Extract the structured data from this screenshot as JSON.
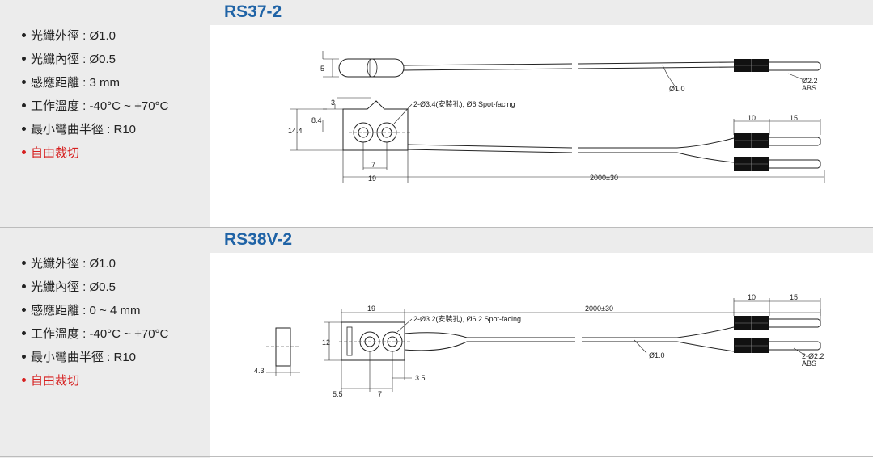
{
  "products": [
    {
      "title": "RS37-2",
      "specs": [
        "光纖外徑 : Ø1.0",
        "光纖內徑 : Ø0.5",
        "感應距離 : 3 mm",
        "工作溫度 : -40°C ~ +70°C",
        "最小彎曲半徑 : R10",
        "自由裁切"
      ],
      "dims": {
        "d5": "5",
        "d3": "3",
        "d84": "8.4",
        "d144": "14.4",
        "d7": "7",
        "d19": "19",
        "hole": "2-Ø3.4(安裝孔), Ø6 Spot-facing",
        "fiber": "Ø1.0",
        "d10": "10",
        "d15": "15",
        "length": "2000±30",
        "tip": "Ø2.2",
        "abs": "ABS"
      }
    },
    {
      "title": "RS38V-2",
      "specs": [
        "光纖外徑 : Ø1.0",
        "光纖內徑 : Ø0.5",
        "感應距離 : 0 ~ 4  mm",
        "工作溫度 : -40°C ~ +70°C",
        "最小彎曲半徑 : R10",
        "自由裁切"
      ],
      "dims": {
        "d19": "19",
        "length": "2000±30",
        "hole": "2-Ø3.2(安裝孔), Ø6.2 Spot-facing",
        "d12": "12",
        "d10": "10",
        "d15": "15",
        "fiber": "Ø1.0",
        "tip": "2-Ø2.2",
        "abs": "ABS",
        "d43": "4.3",
        "d55": "5.5",
        "d7": "7",
        "d35": "3.5"
      }
    }
  ]
}
